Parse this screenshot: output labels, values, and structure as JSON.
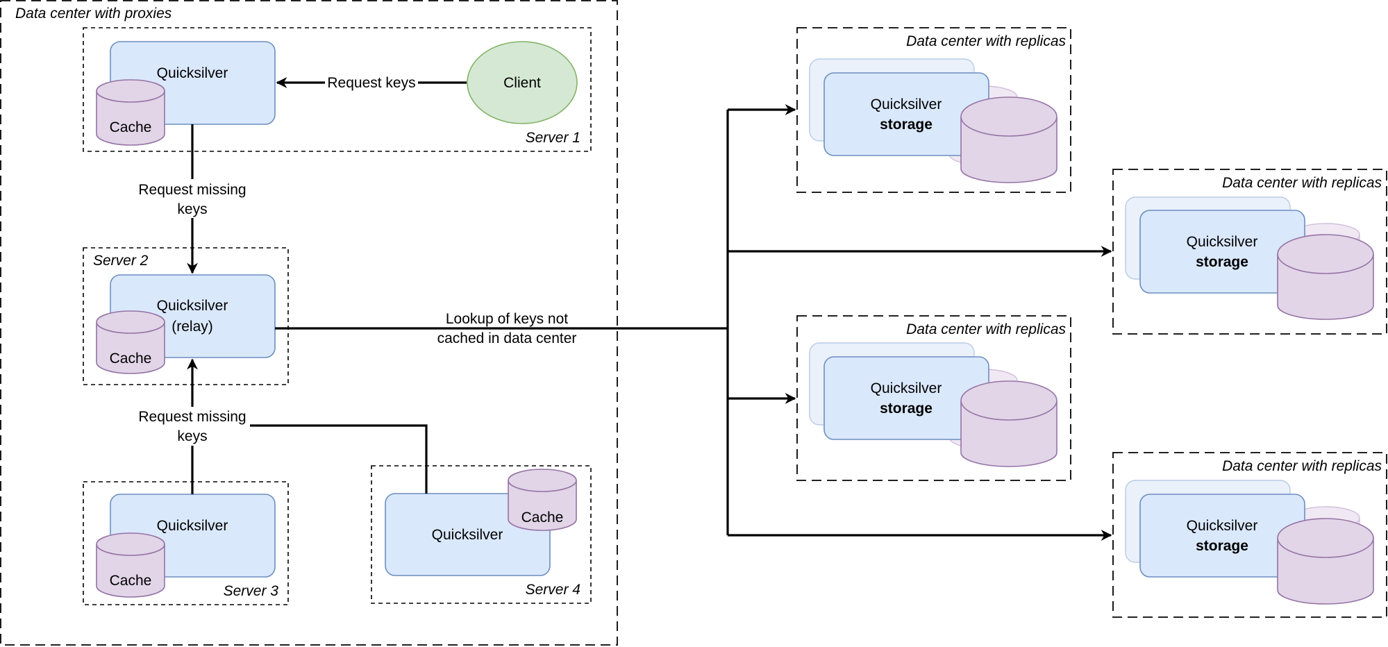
{
  "proxy_dc": {
    "title": "Data center with proxies"
  },
  "server1": {
    "label": "Server 1",
    "node": "Quicksilver",
    "cache": "Cache",
    "client": "Client",
    "edge_label": "Request keys"
  },
  "server2": {
    "label": "Server 2",
    "node_line1": "Quicksilver",
    "node_line2": "(relay)",
    "cache": "Cache"
  },
  "server3": {
    "label": "Server 3",
    "node": "Quicksilver",
    "cache": "Cache"
  },
  "server4": {
    "label": "Server 4",
    "node": "Quicksilver",
    "cache": "Cache"
  },
  "edges": {
    "request_missing_1_line1": "Request missing",
    "request_missing_1_line2": "keys",
    "request_missing_2_line1": "Request missing",
    "request_missing_2_line2": "keys",
    "lookup_line1": "Lookup of keys not",
    "lookup_line2": "cached in data center"
  },
  "replicas": [
    {
      "title": "Data center with replicas",
      "line1": "Quicksilver",
      "line2": "storage"
    },
    {
      "title": "Data center with replicas",
      "line1": "Quicksilver",
      "line2": "storage"
    },
    {
      "title": "Data center with replicas",
      "line1": "Quicksilver",
      "line2": "storage"
    },
    {
      "title": "Data center with replicas",
      "line1": "Quicksilver",
      "line2": "storage"
    }
  ],
  "colors": {
    "node_fill": "#dae8fc",
    "node_stroke": "#6c8ebf",
    "cache_fill": "#e1d5e7",
    "cache_stroke": "#9673a6",
    "client_fill": "#d5e8d4",
    "client_stroke": "#82b366"
  }
}
